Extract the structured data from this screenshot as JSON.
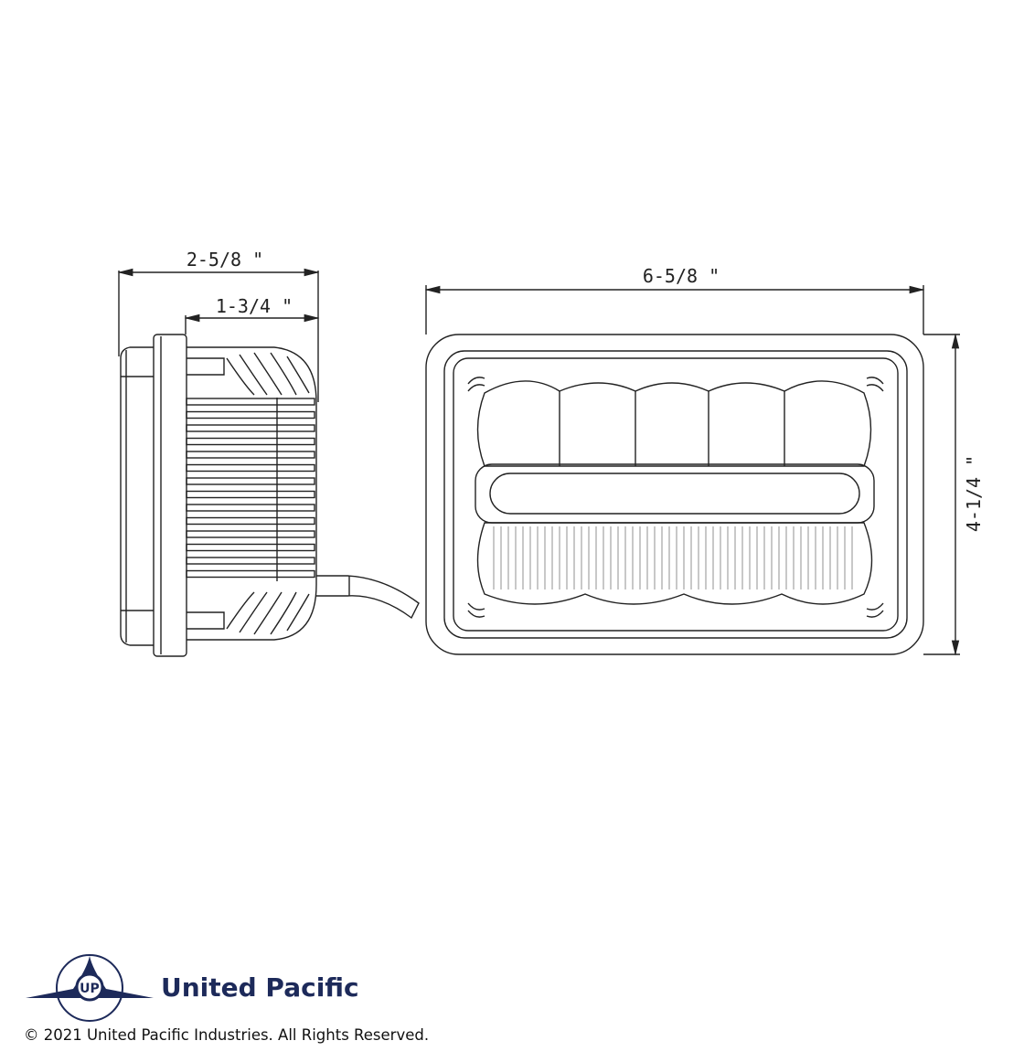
{
  "dimensions": {
    "overall_depth": "2-5/8 \"",
    "body_depth": "1-3/4 \"",
    "width": "6-5/8 \"",
    "height": "4-1/4 \""
  },
  "footer": {
    "brand": "United Pacific",
    "copyright": "© 2021 United Pacific Industries. All Rights Reserved.",
    "logo_letters": "UP"
  },
  "colors": {
    "line": "#222222",
    "brand": "#1d2a5a"
  }
}
